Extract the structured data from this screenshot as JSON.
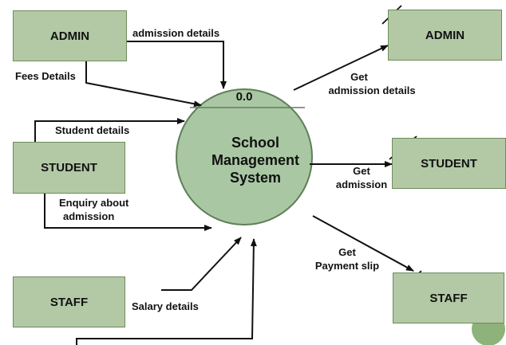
{
  "entities": {
    "admin_src": "ADMIN",
    "student_src": "STUDENT",
    "staff_src": "STAFF",
    "admin_dst": "ADMIN",
    "student_dst": "STUDENT",
    "staff_dst": "STAFF"
  },
  "process": {
    "id": "0.0",
    "name": "School\nManagement\nSystem"
  },
  "flows": {
    "admission_details": "admission details",
    "fees_details": "Fees Details",
    "student_details": "Student details",
    "enquiry_line1": "Enquiry about",
    "enquiry_line2": "admission",
    "salary_details": "Salary details",
    "get_admission_details_line1": "Get",
    "get_admission_details_line2": "admission details",
    "get_admission_line1": "Get",
    "get_admission_line2": "admission",
    "get_payment_line1": "Get",
    "get_payment_line2": "Payment slip"
  },
  "colors": {
    "entity_fill": "#b3c9a6",
    "entity_border": "#6d8c5a",
    "process_fill": "#a9c7a3",
    "process_border": "#5f7e58",
    "arrow": "#111111",
    "slide_dot": "#8db27a"
  }
}
